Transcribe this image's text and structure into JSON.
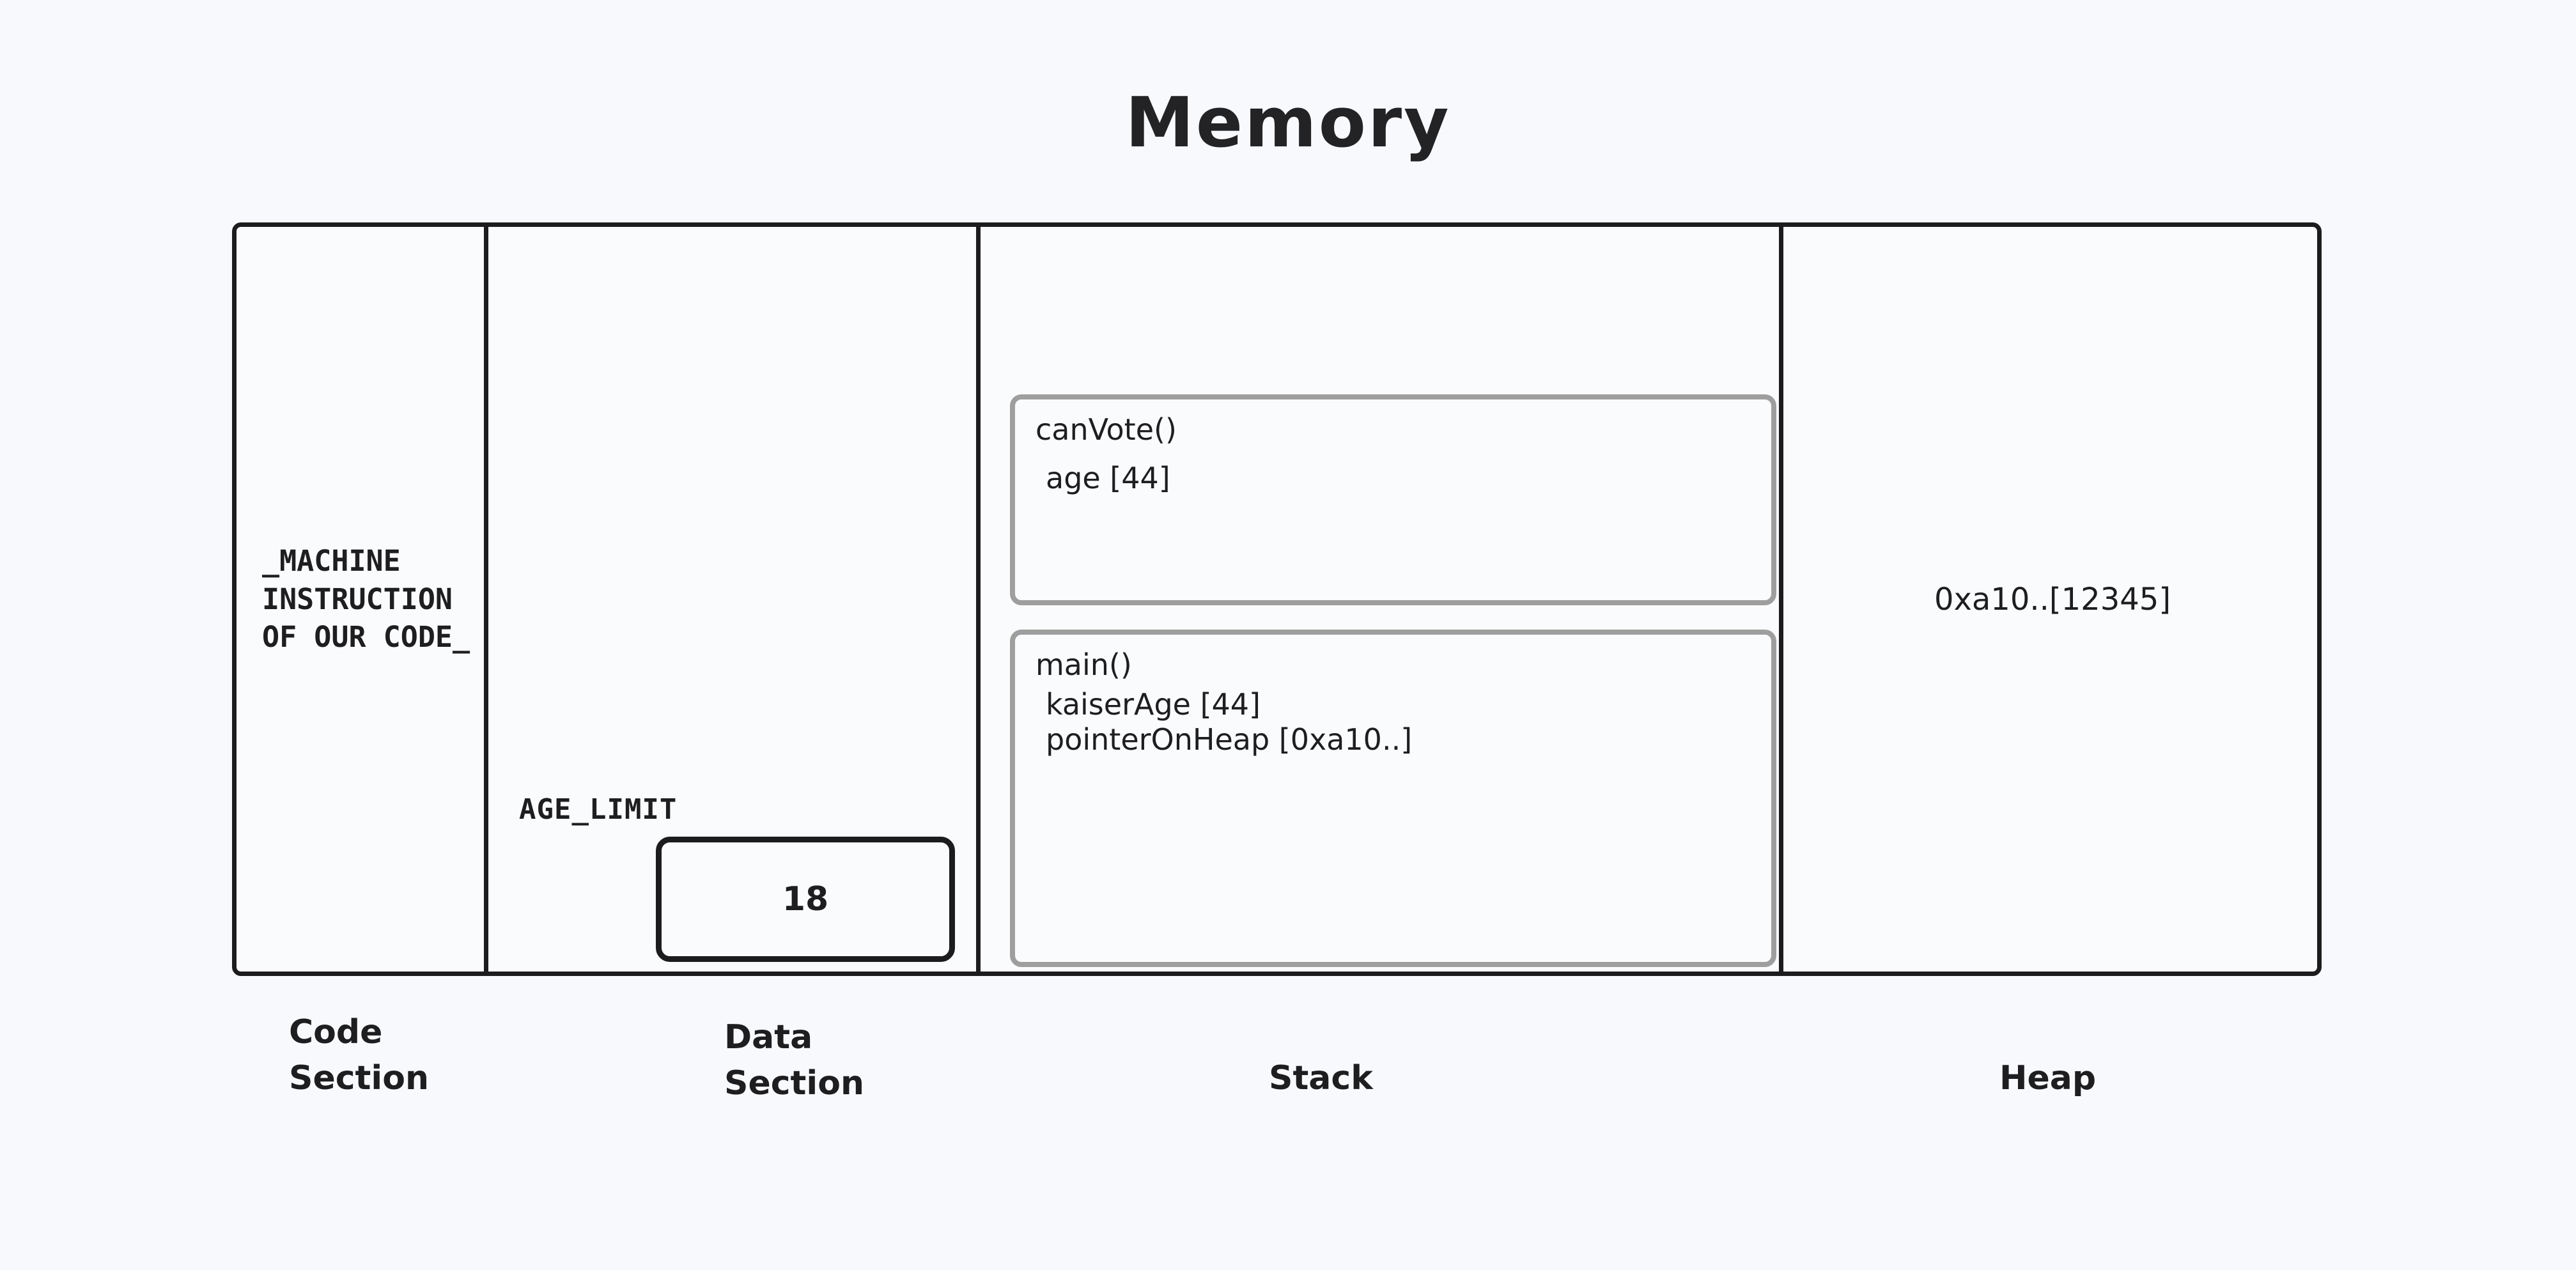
{
  "title": "Memory",
  "background_color": "#f8f9fc",
  "border_color": "#1c1c1e",
  "frame_border_color": "#9e9e9e",
  "code_section": {
    "content": "_MACHINE\nINSTRUCTION\nOF OUR CODE_",
    "caption": "Code\nSection"
  },
  "data_section": {
    "variable_label": "AGE_LIMIT",
    "variable_value": "18",
    "caption": "Data\nSection"
  },
  "stack_section": {
    "caption": "Stack",
    "frames": [
      {
        "name": "canVote()",
        "variables": [
          {
            "text": "age [44]"
          }
        ]
      },
      {
        "name": "main()",
        "variables": [
          {
            "text": "kaiserAge [44]"
          },
          {
            "text": "pointerOnHeap [0xa10..]"
          }
        ]
      }
    ]
  },
  "heap_section": {
    "allocation": "0xa10..[12345]",
    "caption": "Heap"
  }
}
